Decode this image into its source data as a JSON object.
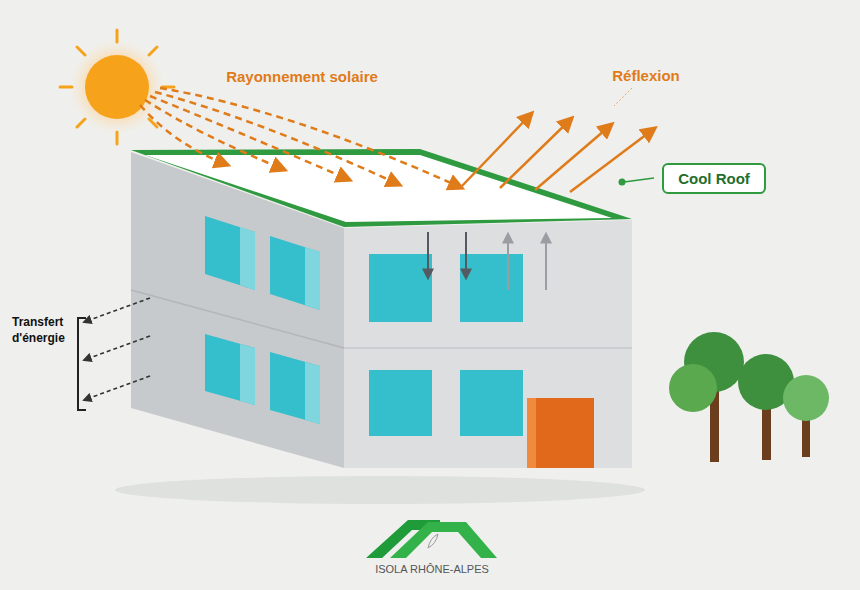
{
  "diagram": {
    "nodes": [
      {
        "text": [
          "Cool Roof"
        ]
      }
    ],
    "labels": [
      "Rayonnement solaire",
      "Réflexion",
      "Transfert d'énergie",
      "ISOLA RHÔNE-ALPES"
    ]
  }
}
